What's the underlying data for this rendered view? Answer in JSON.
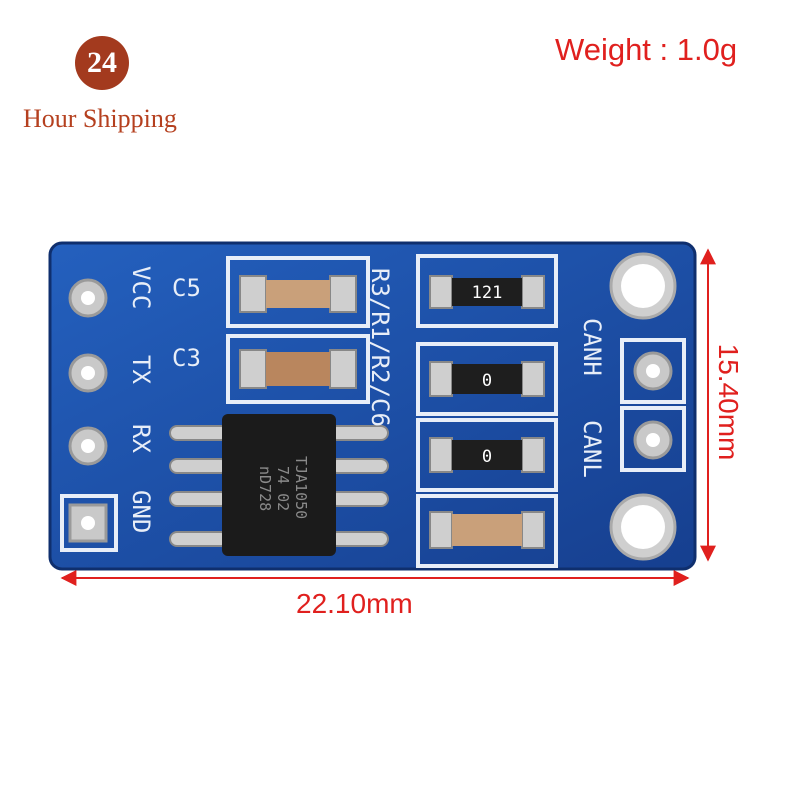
{
  "promo": {
    "badge_number": "24",
    "badge_text": "Hour Shipping"
  },
  "weight_label": "Weight : 1.0g",
  "dimensions": {
    "width": "22.10mm",
    "height": "15.40mm"
  },
  "pcb": {
    "pin_labels": [
      "VCC",
      "TX",
      "RX",
      "GND"
    ],
    "right_labels": [
      "CANH",
      "CANL"
    ],
    "cap_labels": [
      "C5",
      "C3"
    ],
    "resistor_label": "R3/R1/R2/C6",
    "chip_lines": [
      "TJA1050",
      "74 02",
      "nD728"
    ],
    "resistor_codes": [
      "121",
      "0",
      "0"
    ]
  },
  "colors": {
    "pcb": "#1c4fa8",
    "accent_red": "#e0201e",
    "badge": "#a33a1e"
  }
}
